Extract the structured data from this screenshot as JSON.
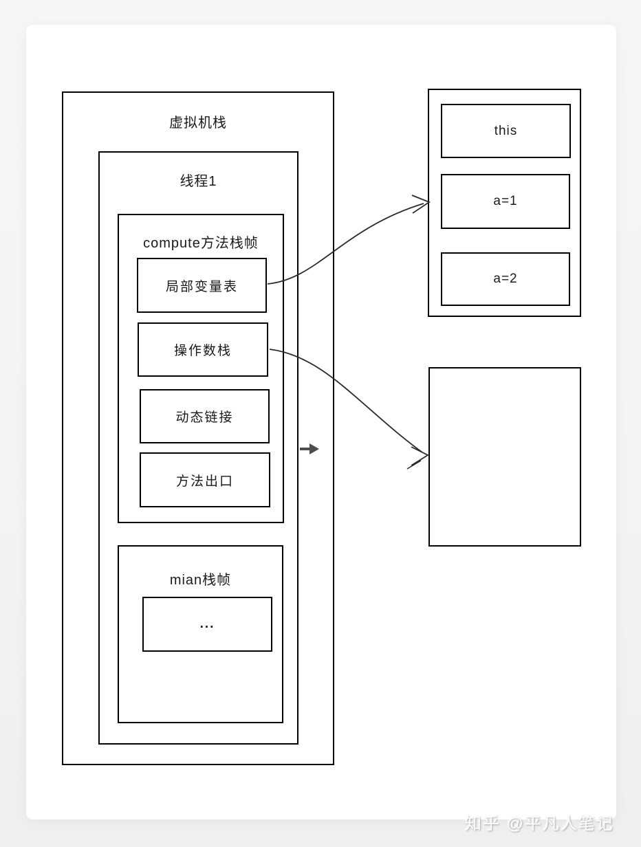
{
  "colors": {
    "page_background": "#f4f4f6",
    "card_background": "#ffffff",
    "box_border": "#000000",
    "text": "#1a1a1a",
    "curved_arrow": "#2b2b2b",
    "stack_direction_arrow": "#4d4d4d",
    "watermark_text": "#fdfdfd"
  },
  "diagram": {
    "vm_stack": {
      "label": "虚拟机栈"
    },
    "thread": {
      "label": "线程1"
    },
    "compute_frame": {
      "label": "compute方法栈帧",
      "items": [
        "局部变量表",
        "操作数栈",
        "动态链接",
        "方法出口"
      ]
    },
    "main_frame": {
      "label": "mian栈帧",
      "dots": "..."
    },
    "local_variable_values": {
      "items": [
        "this",
        "a=1",
        "a=2"
      ]
    },
    "heap_box": {
      "label": ""
    },
    "arrows": [
      {
        "name": "local-vars-to-values",
        "from": "局部变量表",
        "to": "this/a=1/a=2 box"
      },
      {
        "name": "operand-stack-to-heap",
        "from": "操作数栈",
        "to": "empty box"
      },
      {
        "name": "stack-growth-direction",
        "from": "线程1",
        "to": "right"
      }
    ]
  },
  "watermark": {
    "text": "知乎 @平凡人笔记"
  }
}
